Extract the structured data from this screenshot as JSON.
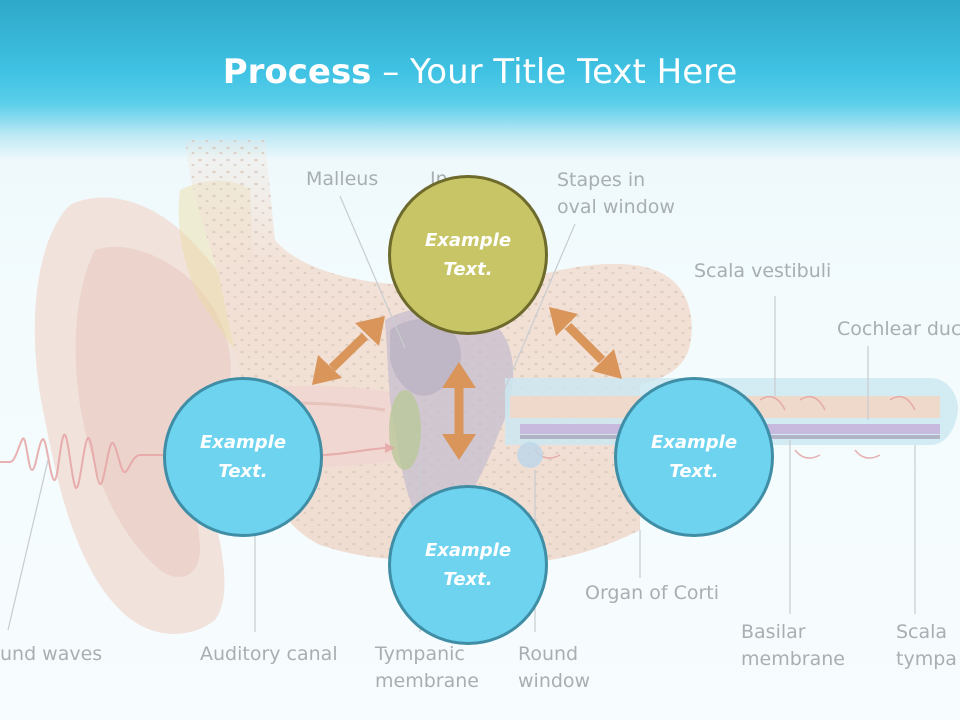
{
  "header": {
    "title_bold": "Process",
    "title_rest": " – Your Title Text Here"
  },
  "labels": {
    "malleus": "Malleus",
    "incus_partial": "In",
    "stapes": "Stapes in\noval window",
    "scala_vestibuli": "Scala vestibuli",
    "cochlear_duct": "Cochlear duc",
    "sound_waves": "und waves",
    "auditory_canal": "Auditory canal",
    "tympanic_membrane": "Tympanic\nmembrane",
    "round_window": "Round\nwindow",
    "organ_of_corti": "Organ of Corti",
    "basilar_membrane": "Basilar\nmembrane",
    "scala_tympani": "Scala\ntympa"
  },
  "nodes": {
    "top": "Example\nText.",
    "left": "Example\nText.",
    "right": "Example\nText.",
    "bottom": "Example\nText."
  },
  "colors": {
    "header": "#3fc2e3",
    "node_blue": "#6ed3ef",
    "node_olive": "#c7c565",
    "arrow": "#d9955a"
  }
}
